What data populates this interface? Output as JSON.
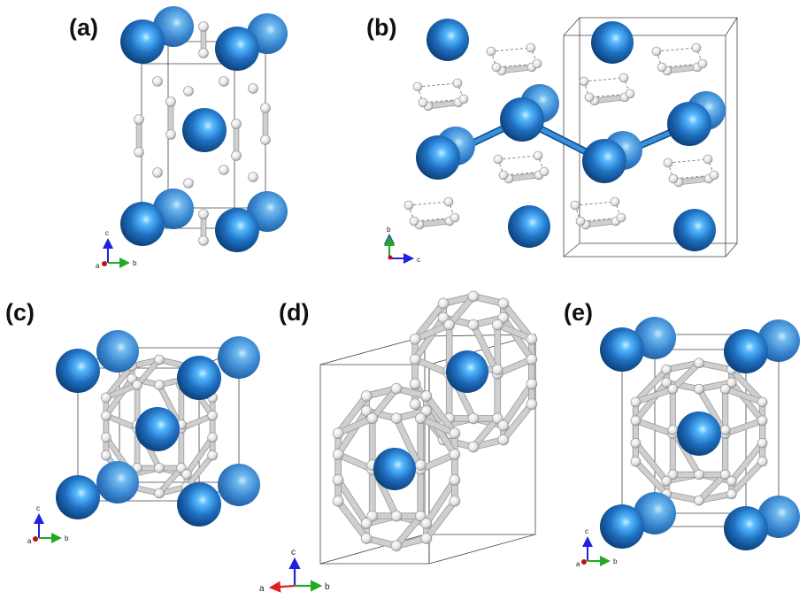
{
  "panels": [
    {
      "id": "a",
      "label": "(a)",
      "axes": {
        "up": "c",
        "right": "b",
        "origin": "a"
      }
    },
    {
      "id": "b",
      "label": "(b)",
      "axes": {
        "up": "b",
        "right": "c",
        "origin": "a"
      }
    },
    {
      "id": "c",
      "label": "(c)",
      "axes": {
        "up": "c",
        "right": "b",
        "origin": "a"
      }
    },
    {
      "id": "d",
      "label": "(d)",
      "axes": {
        "up": "c",
        "right": "b",
        "left": "a"
      }
    },
    {
      "id": "e",
      "label": "(e)",
      "axes": {
        "up": "c",
        "right": "b",
        "origin": "a"
      }
    }
  ],
  "colors": {
    "metal_atom": "#1f6fc0",
    "metal_atom_dark": "#0b3f78",
    "metal_atom_highlight": "#bfe8ff",
    "hydrogen_atom": "#e6e6e6",
    "bond_metal": "#3a8fd8",
    "axis_a": "#e02020",
    "axis_b": "#22aa22",
    "axis_c": "#2020e0"
  }
}
